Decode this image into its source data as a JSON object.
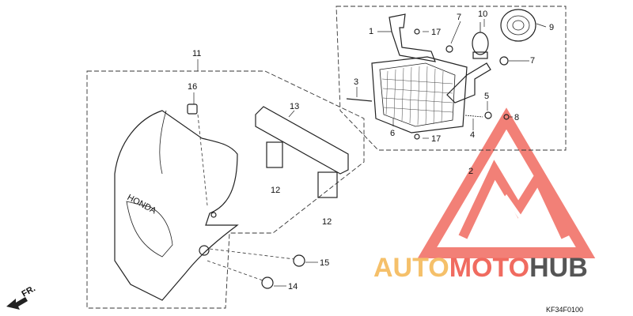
{
  "diagram": {
    "callouts": [
      {
        "id": "c1",
        "text": "1"
      },
      {
        "id": "c2",
        "text": "2"
      },
      {
        "id": "c3",
        "text": "3"
      },
      {
        "id": "c4",
        "text": "4"
      },
      {
        "id": "c5",
        "text": "5"
      },
      {
        "id": "c6",
        "text": "6"
      },
      {
        "id": "c7a",
        "text": "7"
      },
      {
        "id": "c7b",
        "text": "7"
      },
      {
        "id": "c8",
        "text": "8"
      },
      {
        "id": "c9",
        "text": "9"
      },
      {
        "id": "c10",
        "text": "10"
      },
      {
        "id": "c11",
        "text": "11"
      },
      {
        "id": "c12a",
        "text": "12"
      },
      {
        "id": "c12b",
        "text": "12"
      },
      {
        "id": "c13",
        "text": "13"
      },
      {
        "id": "c14",
        "text": "14"
      },
      {
        "id": "c15",
        "text": "15"
      },
      {
        "id": "c16",
        "text": "16"
      },
      {
        "id": "c17a",
        "text": "17"
      },
      {
        "id": "c17b",
        "text": "17"
      }
    ],
    "direction_label": "FR.",
    "cowl_brand": "HONDA",
    "figure_code": "KF34F0100"
  },
  "watermark": {
    "word_part1": "AUTO",
    "word_part2": "MOTO",
    "word_part3": "HUB",
    "color_primary": "#f06b60",
    "color_secondary": "#f5c06a",
    "color_dark": "#555555"
  }
}
